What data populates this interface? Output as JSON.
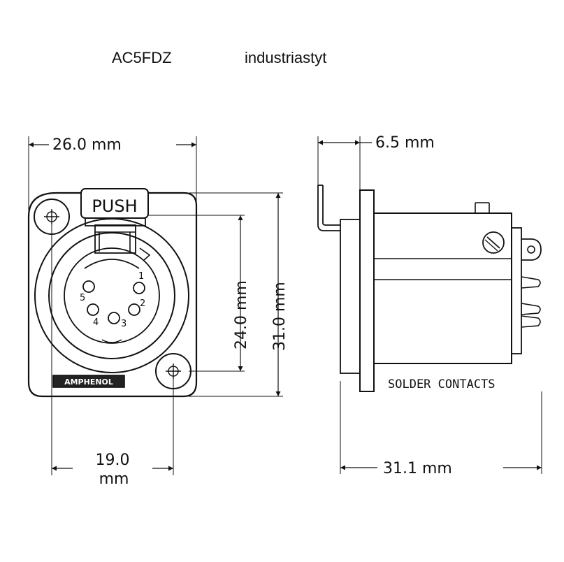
{
  "header": {
    "model": "AC5FDZ",
    "supplier": "industriastyt"
  },
  "front_view": {
    "push_label": "PUSH",
    "brand": "AMPHENOL",
    "pins": [
      "1",
      "2",
      "3",
      "4",
      "5"
    ],
    "dimensions": {
      "width": "26.0 mm",
      "inner_height": "24.0 mm",
      "height": "31.0 mm",
      "hole_spacing_value": "19.0",
      "hole_spacing_unit": "mm"
    }
  },
  "side_view": {
    "flange_depth": "6.5 mm",
    "total_length": "31.1 mm",
    "contacts_label": "SOLDER CONTACTS"
  }
}
